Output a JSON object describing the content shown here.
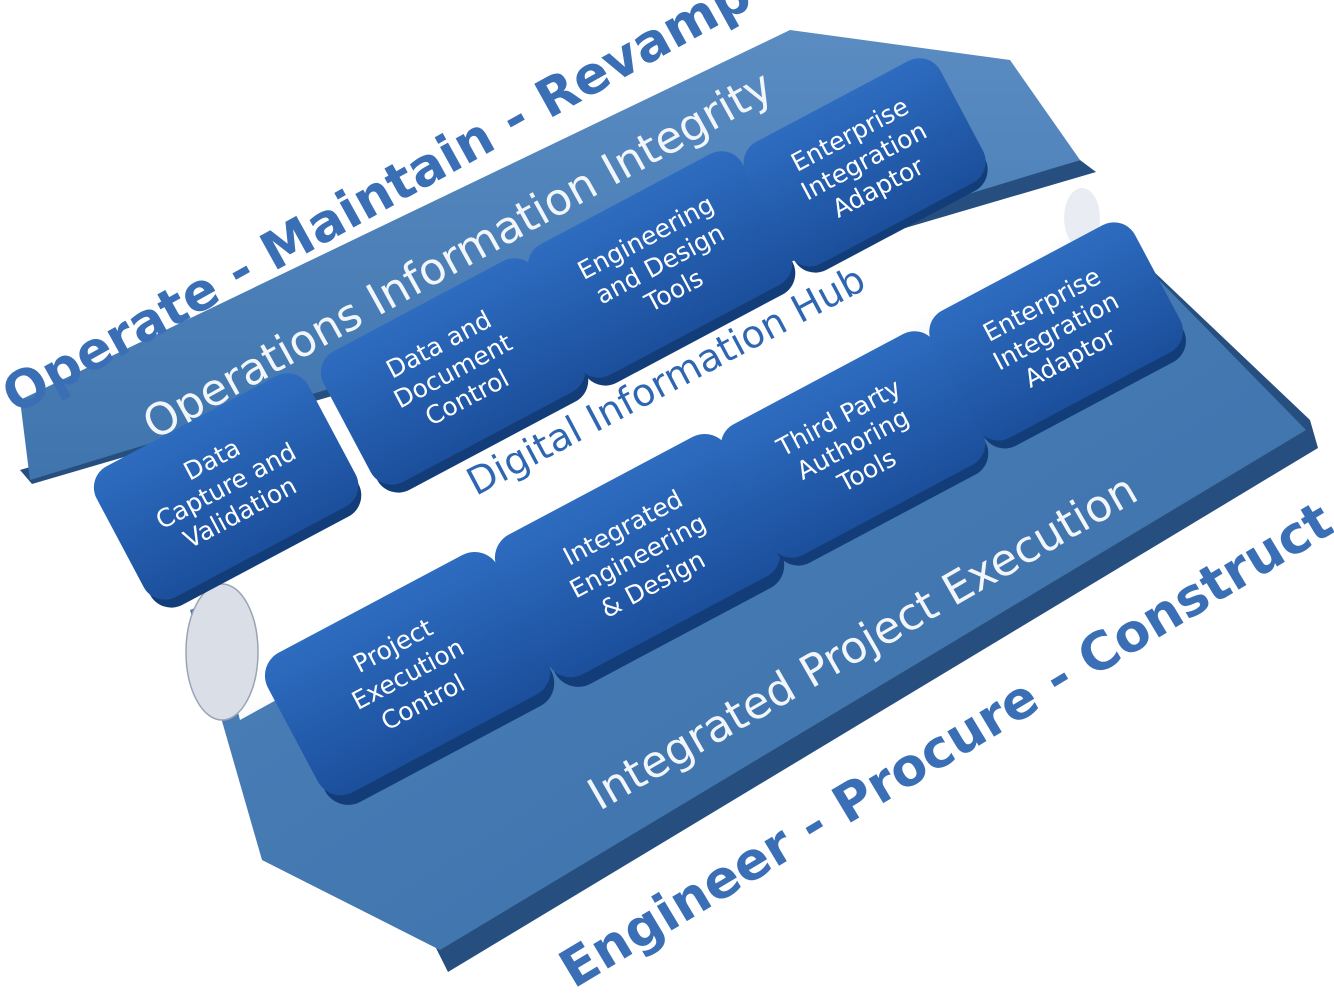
{
  "outer_top": "Operate - Maintain - Revamp",
  "outer_bottom": "Engineer  -  Procure  -  Construct",
  "operations_band": "Operations Information Integrity",
  "project_band": "Integrated Project Execution",
  "hub": "Digital Information Hub",
  "top_tiles": [
    {
      "lines": [
        "Data",
        "Capture and",
        "Validation"
      ]
    },
    {
      "lines": [
        "Data and",
        "Document",
        "Control"
      ]
    },
    {
      "lines": [
        "Engineering",
        "and Design",
        "Tools"
      ]
    },
    {
      "lines": [
        "Enterprise",
        "Integration",
        "Adaptor"
      ]
    }
  ],
  "bottom_tiles": [
    {
      "lines": [
        "Project",
        "Execution",
        "Control"
      ]
    },
    {
      "lines": [
        "Integrated",
        "Engineering",
        "& Design"
      ]
    },
    {
      "lines": [
        "Third Party",
        "Authoring",
        "Tools"
      ]
    },
    {
      "lines": [
        "Enterprise",
        "Integration",
        "Adaptor"
      ]
    }
  ],
  "colors": {
    "platform": "#4b7fb6",
    "platform_dark": "#2d5a8e",
    "tile": "#1f5cae",
    "tile_dark": "#123d78",
    "outer_text": "#3a6fb6",
    "hub_text": "#2f66b2"
  }
}
